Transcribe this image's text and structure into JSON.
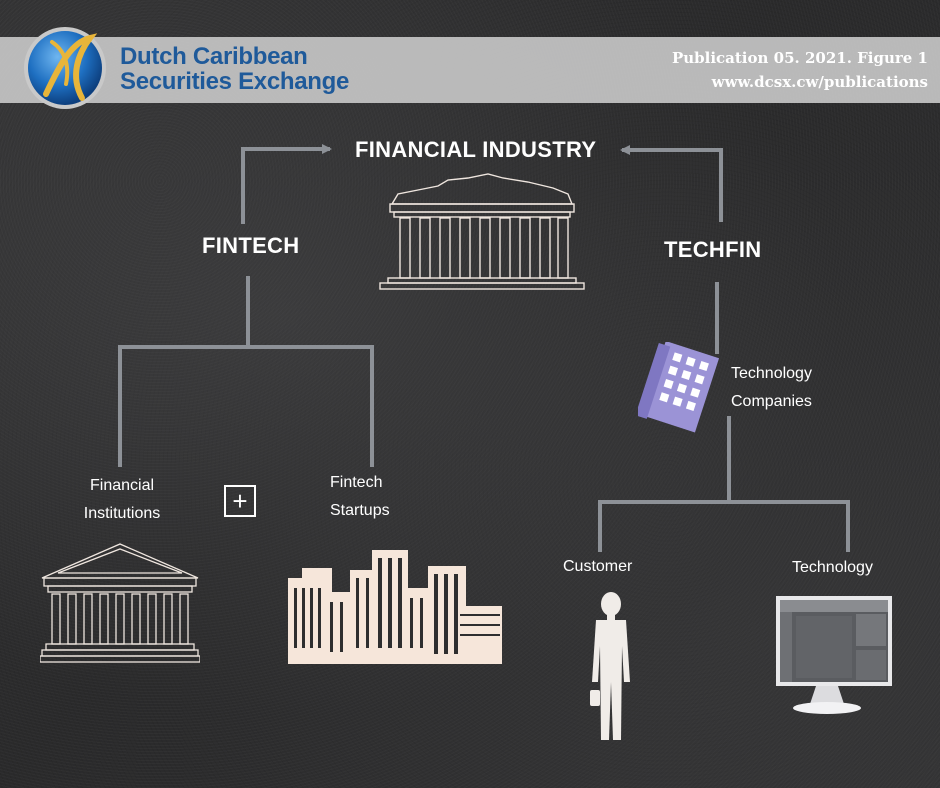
{
  "header": {
    "logo_line1": "Dutch Caribbean",
    "logo_line2": "Securities Exchange",
    "publication": "Publication 05. 2021. Figure 1",
    "url": "www.dcsx.cw/publications"
  },
  "diagram": {
    "root": "FINANCIAL INDUSTRY",
    "left_branch": "FINTECH",
    "right_branch": "TECHFIN",
    "financial_institutions_line1": "Financial",
    "financial_institutions_line2": "Institutions",
    "plus_sign": "+",
    "fintech_startups_line1": "Fintech",
    "fintech_startups_line2": "Startups",
    "technology_companies_line1": "Technology",
    "technology_companies_line2": "Companies",
    "customer": "Customer",
    "technology": "Technology"
  },
  "colors": {
    "connector": "#8d9197",
    "label": "#ffffff",
    "logo_blue": "#1f5a9a",
    "header_band": "#cdcdcd",
    "building_purple": "#9b93d6",
    "city_fill": "#f6e6da"
  },
  "icons": [
    "dcsx-logo-icon",
    "parthenon-icon",
    "bank-temple-icon",
    "city-skyline-icon",
    "office-building-icon",
    "person-icon",
    "computer-monitor-icon"
  ]
}
